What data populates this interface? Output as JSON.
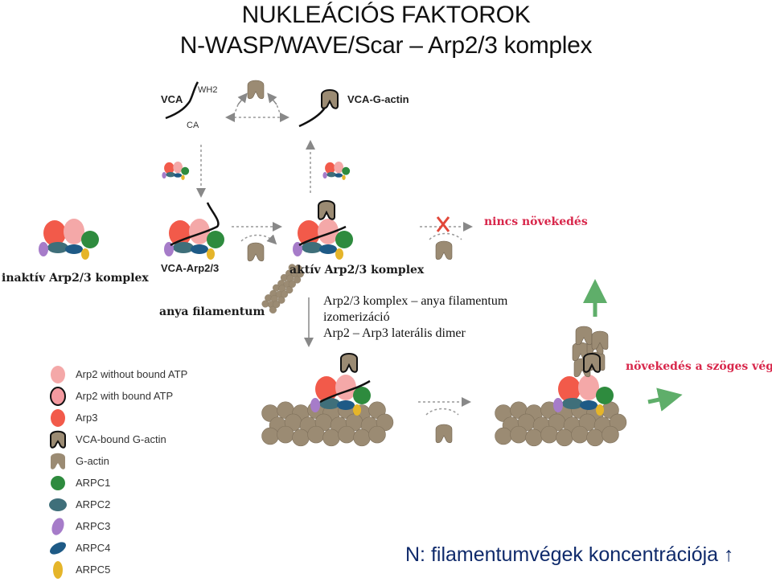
{
  "title": {
    "line1": "NUKLEÁCIÓS FAKTOROK",
    "line2": "N-WASP/WAVE/Scar – Arp2/3 komplex"
  },
  "labels": {
    "vca": "VCA",
    "wh2": "WH2",
    "ca": "CA",
    "vca_g_actin": "VCA-G-actin",
    "vca_arp23": "VCA-Arp2/3",
    "inaktiv": "inaktív Arp2/3 komplex",
    "aktiv": "aktív Arp2/3 komplex",
    "anya": "anya filamentum",
    "nincs": "nincs növekedés",
    "novekedes": "növekedés a szöges végen"
  },
  "description": [
    "Arp2/3 komplex – anya filamentum",
    "izomerizáció",
    "Arp2 – Arp3 laterális dimer"
  ],
  "legend": [
    {
      "label": "Arp2 without bound ATP",
      "color": "#f4a8a8"
    },
    {
      "label": "Arp2 with bound ATP",
      "color": "#f49aa0"
    },
    {
      "label": "Arp3",
      "color": "#f25a4a"
    },
    {
      "label": "VCA-bound G-actin",
      "color": "#9b8b73"
    },
    {
      "label": "G-actin",
      "color": "#9b8b73"
    },
    {
      "label": "ARPC1",
      "color": "#2e8b3e"
    },
    {
      "label": "ARPC2",
      "color": "#3f6f7a"
    },
    {
      "label": "ARPC3",
      "color": "#a67cc9"
    },
    {
      "label": "ARPC4",
      "color": "#1e5a86"
    },
    {
      "label": "ARPC5",
      "color": "#e5b52a"
    }
  ],
  "footer": "N: filamentumvégek koncentrációja ↑"
}
